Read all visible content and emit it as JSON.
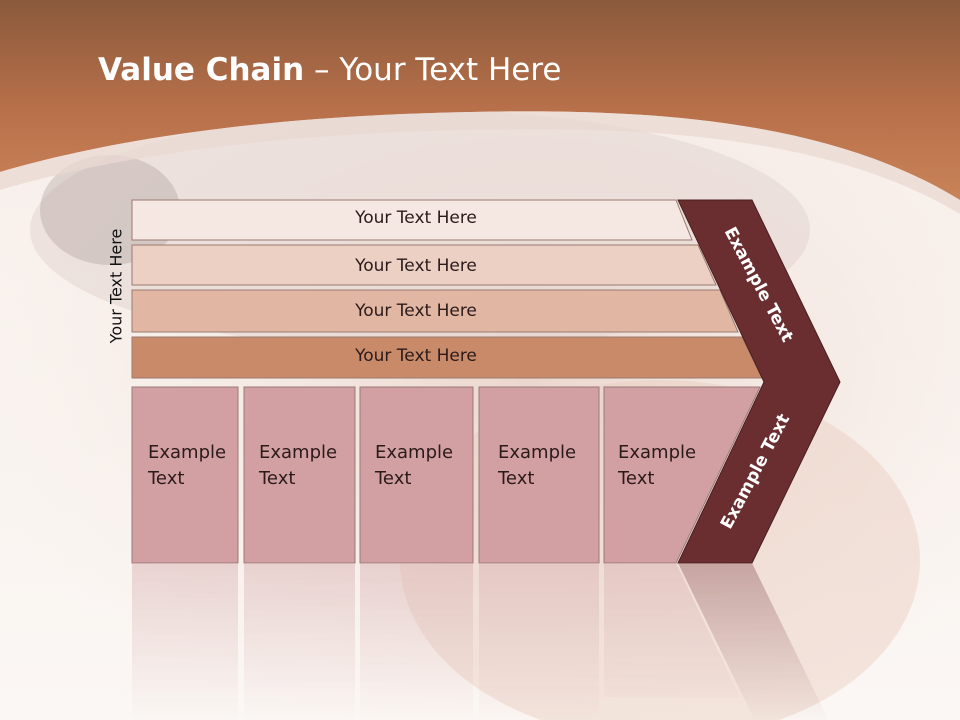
{
  "slide": {
    "title_bold": "Value Chain",
    "title_rest": " – Your Text Here",
    "side_label": "Your Text Here",
    "support_bars": [
      {
        "label": "Your Text Here",
        "color": "#f5e7e2"
      },
      {
        "label": "Your Text Here",
        "color": "#ecd0c4"
      },
      {
        "label": "Your Text Here",
        "color": "#e1b7a3"
      },
      {
        "label": "Your Text Here",
        "color": "#c98a6a"
      }
    ],
    "primary_boxes": [
      {
        "line1": "Example",
        "line2": "Text"
      },
      {
        "line1": "Example",
        "line2": "Text"
      },
      {
        "line1": "Example",
        "line2": "Text"
      },
      {
        "line1": "Example",
        "line2": "Text"
      },
      {
        "line1": "Example",
        "line2": "Text"
      }
    ],
    "chevron_top": "Example Text",
    "chevron_bottom": "Example Text",
    "colors": {
      "header": "#b8704a",
      "primary_box": "#d2a0a2",
      "chevron": "#6a2e30"
    }
  }
}
